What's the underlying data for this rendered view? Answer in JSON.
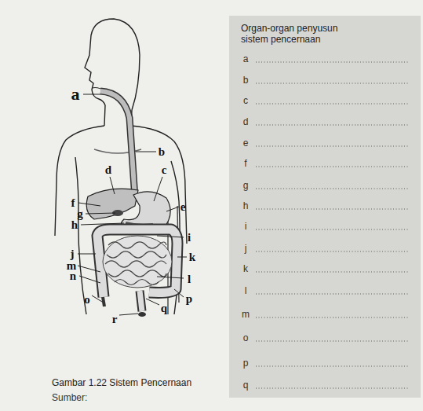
{
  "diagram": {
    "caption": "Gambar 1.22 Sistem Pencernaan",
    "nodes": [
      {
        "text": [
          "Organ-organ penyusun sistem pencernaan"
        ]
      }
    ],
    "labels": [
      "a",
      "b",
      "c",
      "d",
      "e",
      "f",
      "g",
      "h",
      "i",
      "j",
      "k",
      "l",
      "m",
      "n",
      "o",
      "p",
      "q",
      "r",
      "a",
      "b",
      "c",
      "d",
      "e",
      "f",
      "g",
      "h",
      "i",
      "j",
      "k",
      "l",
      "m",
      "o",
      "p",
      "q",
      "Sumber:"
    ]
  }
}
